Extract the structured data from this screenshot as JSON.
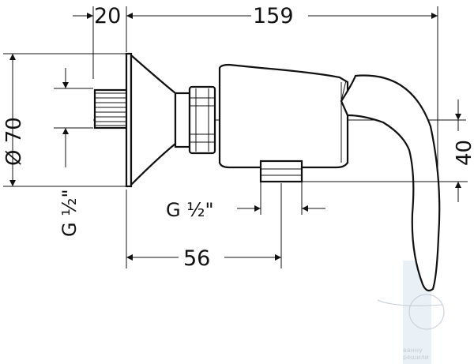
{
  "dimensions": {
    "flange_depth": "20",
    "overall_length": "159",
    "flange_diameter": "Ø 70",
    "inlet_thread": "G ½\"",
    "outlet_thread": "G ½\"",
    "outlet_offset": "56",
    "outlet_height": "40"
  },
  "watermark": {
    "text": "ванну\nрешили",
    "color": "#c4cdd8"
  },
  "colors": {
    "line": "#111111",
    "background": "#ffffff"
  }
}
